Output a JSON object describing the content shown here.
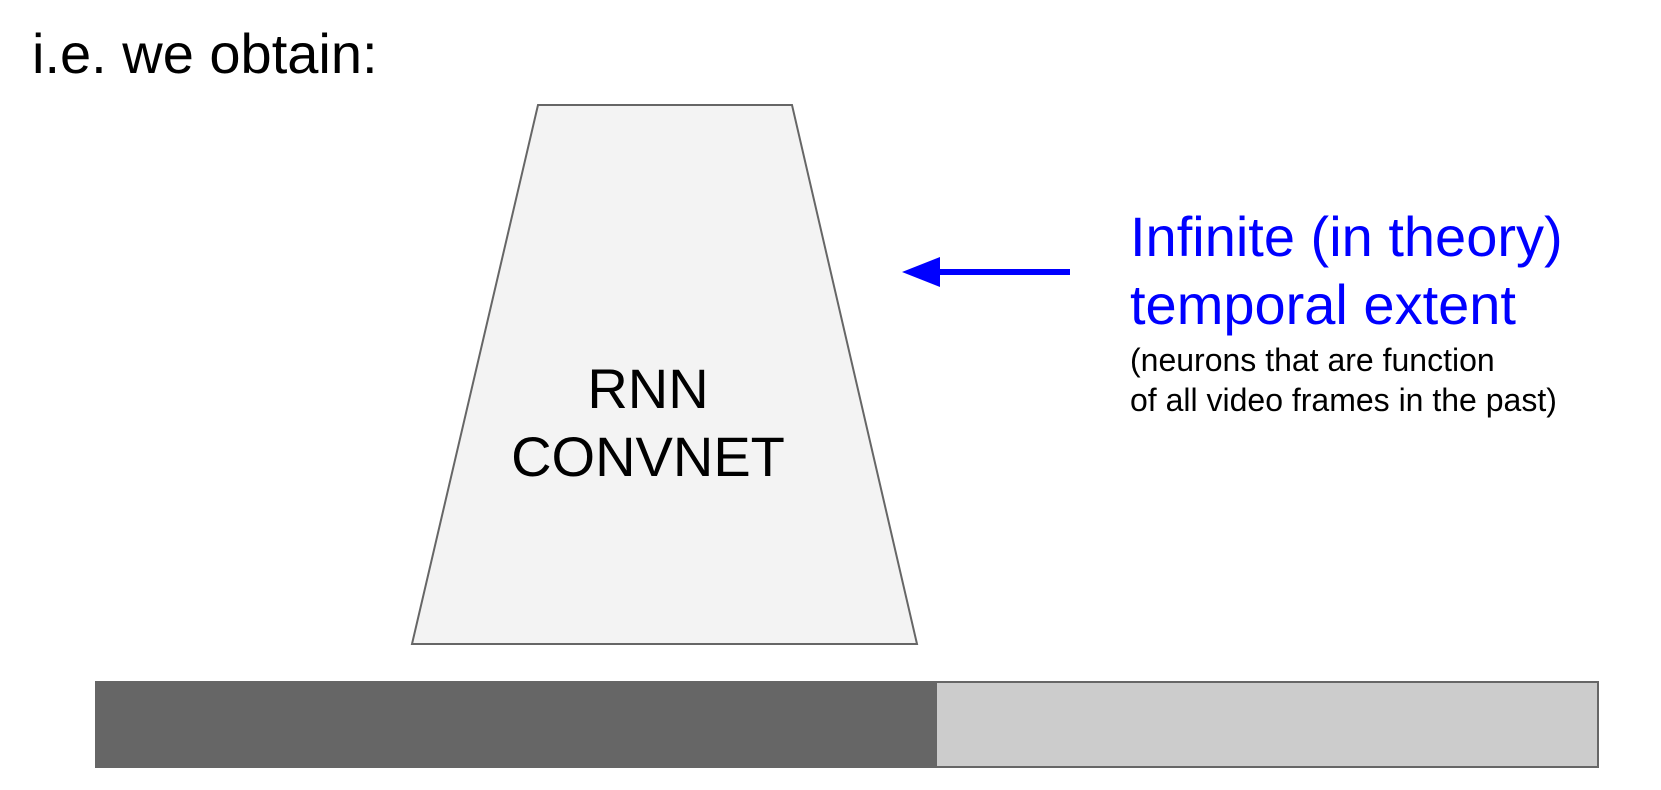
{
  "heading": "i.e. we obtain:",
  "network": {
    "line1": "RNN",
    "line2": "CONVNET",
    "fill": "#f3f3f3",
    "stroke": "#666666"
  },
  "annotation": {
    "title_line1": "Infinite (in theory)",
    "title_line2": "temporal extent",
    "note_line1": "(neurons that are function",
    "note_line2": "of all video frames in the past)",
    "color": "#0000ff"
  },
  "timeline": {
    "past_color": "#666666",
    "future_color": "#cccccc",
    "past_fraction": 0.56
  },
  "arrow": {
    "direction": "left",
    "color": "#0000ff"
  }
}
